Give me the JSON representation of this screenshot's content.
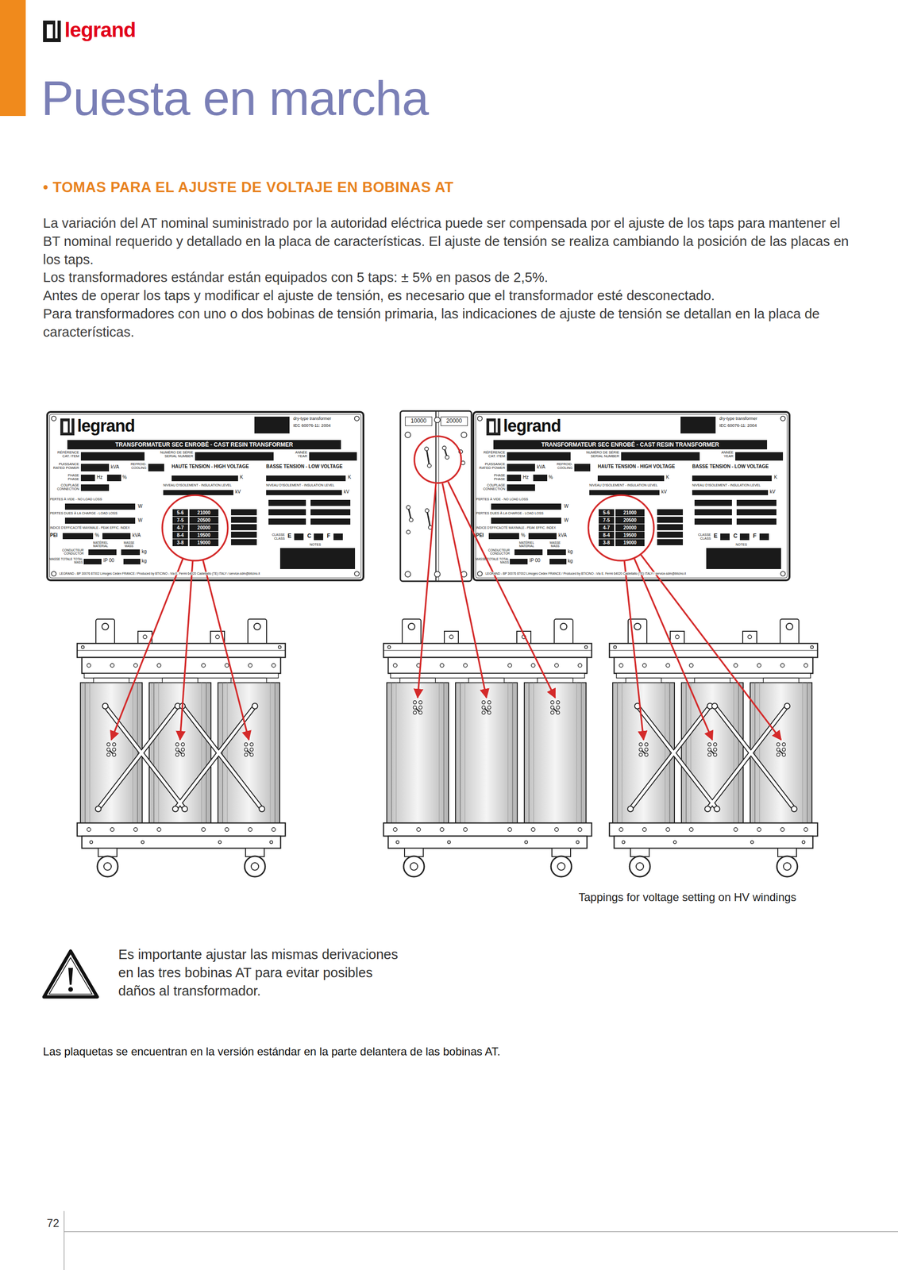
{
  "diagram": {
    "title": "Puesta en marcha",
    "caption": "Tappings for voltage setting on HV windings",
    "nodes": [
      {
        "text": [
          "legrand",
          "dry-type transformer",
          "IEC 60076-11: 2004",
          "TRANSFORMATEUR SEC ENROBÉ - CAST RESIN TRANSFORMER",
          "RÉFÉRENCE CAT. ITEM",
          "NUMÉRO DE SÉRIE SERIAL NUMBER",
          "ANNÉE YEAR",
          "PUISSANCE RATED POWER",
          "kVA",
          "REFROID. COOLING",
          "HAUTE TENSION - HIGH VOLTAGE",
          "BASSE TENSION - LOW VOLTAGE",
          "PHASE PHASE",
          "Hz",
          "%",
          "K",
          "K",
          "COUPLAGE CONNECTION",
          "NIVEAU D'ISOLEMENT - INSULATION LEVEL",
          "NIVEAU D'ISOLEMENT - INSULATION LEVEL",
          "kV",
          "kV",
          "PERTES À VIDE - NO LOAD LOSS",
          "W",
          "PERTES DUES À LA CHARGE - LOAD LOSS",
          "W",
          "5-6",
          "21000",
          "7-5",
          "20500",
          "4-7",
          "20000",
          "8-4",
          "19500",
          "3-8",
          "19000",
          "INDICE D'EFFICACITÉ MAXIMALE - PEAK EFFIC. INDEX",
          "PEI",
          "%",
          "kVA",
          "MATÉRIEL MATERIAL",
          "MASSE MASS",
          "CONDUCTEUR CONDUCTOR",
          "kg",
          "CLASSE CLASS",
          "E",
          "C",
          "F",
          "NOTES",
          "MASSE TOTALE TOTAL MASS",
          "IP 00",
          "kg",
          "LEGRAND - BP 30076 87002 Limoges Cedex FRANCE / Produced by BTICINO - Via E. Fermi 64020 Castellalto (TE) ITALY / service-sdm@bticino.it"
        ]
      },
      {
        "text": [
          "10000",
          "20000"
        ]
      },
      {
        "text": [
          "legrand",
          "dry-type transformer",
          "IEC 60076-11: 2004",
          "TRANSFORMATEUR SEC ENROBÉ - CAST RESIN TRANSFORMER",
          "RÉFÉRENCE CAT. ITEM",
          "NUMÉRO DE SÉRIE SERIAL NUMBER",
          "ANNÉE YEAR",
          "PUISSANCE RATED POWER",
          "kVA",
          "REFROID. COOLING",
          "HAUTE TENSION - HIGH VOLTAGE",
          "BASSE TENSION - LOW VOLTAGE",
          "PHASE PHASE",
          "Hz",
          "%",
          "K",
          "K",
          "COUPLAGE CONNECTION",
          "NIVEAU D'ISOLEMENT - INSULATION LEVEL",
          "NIVEAU D'ISOLEMENT - INSULATION LEVEL",
          "kV",
          "kV",
          "PERTES À VIDE - NO LOAD LOSS",
          "W",
          "PERTES DUES À LA CHARGE - LOAD LOSS",
          "W",
          "5-6",
          "21000",
          "7-5",
          "20500",
          "4-7",
          "20000",
          "8-4",
          "19500",
          "3-8",
          "19000",
          "INDICE D'EFFICACITÉ MAXIMALE - PEAK EFFIC. INDEX",
          "PEI",
          "%",
          "kVA",
          "MATÉRIEL MATERIAL",
          "MASSE MASS",
          "CONDUCTEUR CONDUCTOR",
          "kg",
          "CLASSE CLASS",
          "E",
          "C",
          "F",
          "NOTES",
          "MASSE TOTALE TOTAL MASS",
          "IP 00",
          "kg",
          "LEGRAND - BP 30076 87002 Limoges Cedex FRANCE / Produced by BTICINO - Via E. Fermi 64020 Castellalto (TE) ITALY / service-sdm@bticino.it"
        ]
      }
    ],
    "labels": [
      "legrand",
      "• TOMAS PARA EL AJUSTE DE VOLTAJE EN BOBINAS AT",
      "La variación del AT nominal suministrado por la autoridad eléctrica puede ser compensada por el ajuste de los taps para mantener el BT nominal requerido y detallado en la placa de características. El ajuste de tensión se realiza cambiando la posición de las placas en los taps.",
      "Los transformadores estándar están equipados con 5 taps: ± 5% en pasos de 2,5%.",
      "Antes de operar los taps y modificar el ajuste de tensión, es necesario que el transformador esté desconectado.",
      "Para transformadores con uno o dos bobinas de tensión primaria, las indicaciones de ajuste de tensión se detallan en la placa de características.",
      "Es importante ajustar las mismas derivaciones en las tres bobinas AT para evitar posibles daños al transformador.",
      "Las plaquetas se encuentran en la versión estándar en la parte delantera de las bobinas AT.",
      "72"
    ]
  }
}
